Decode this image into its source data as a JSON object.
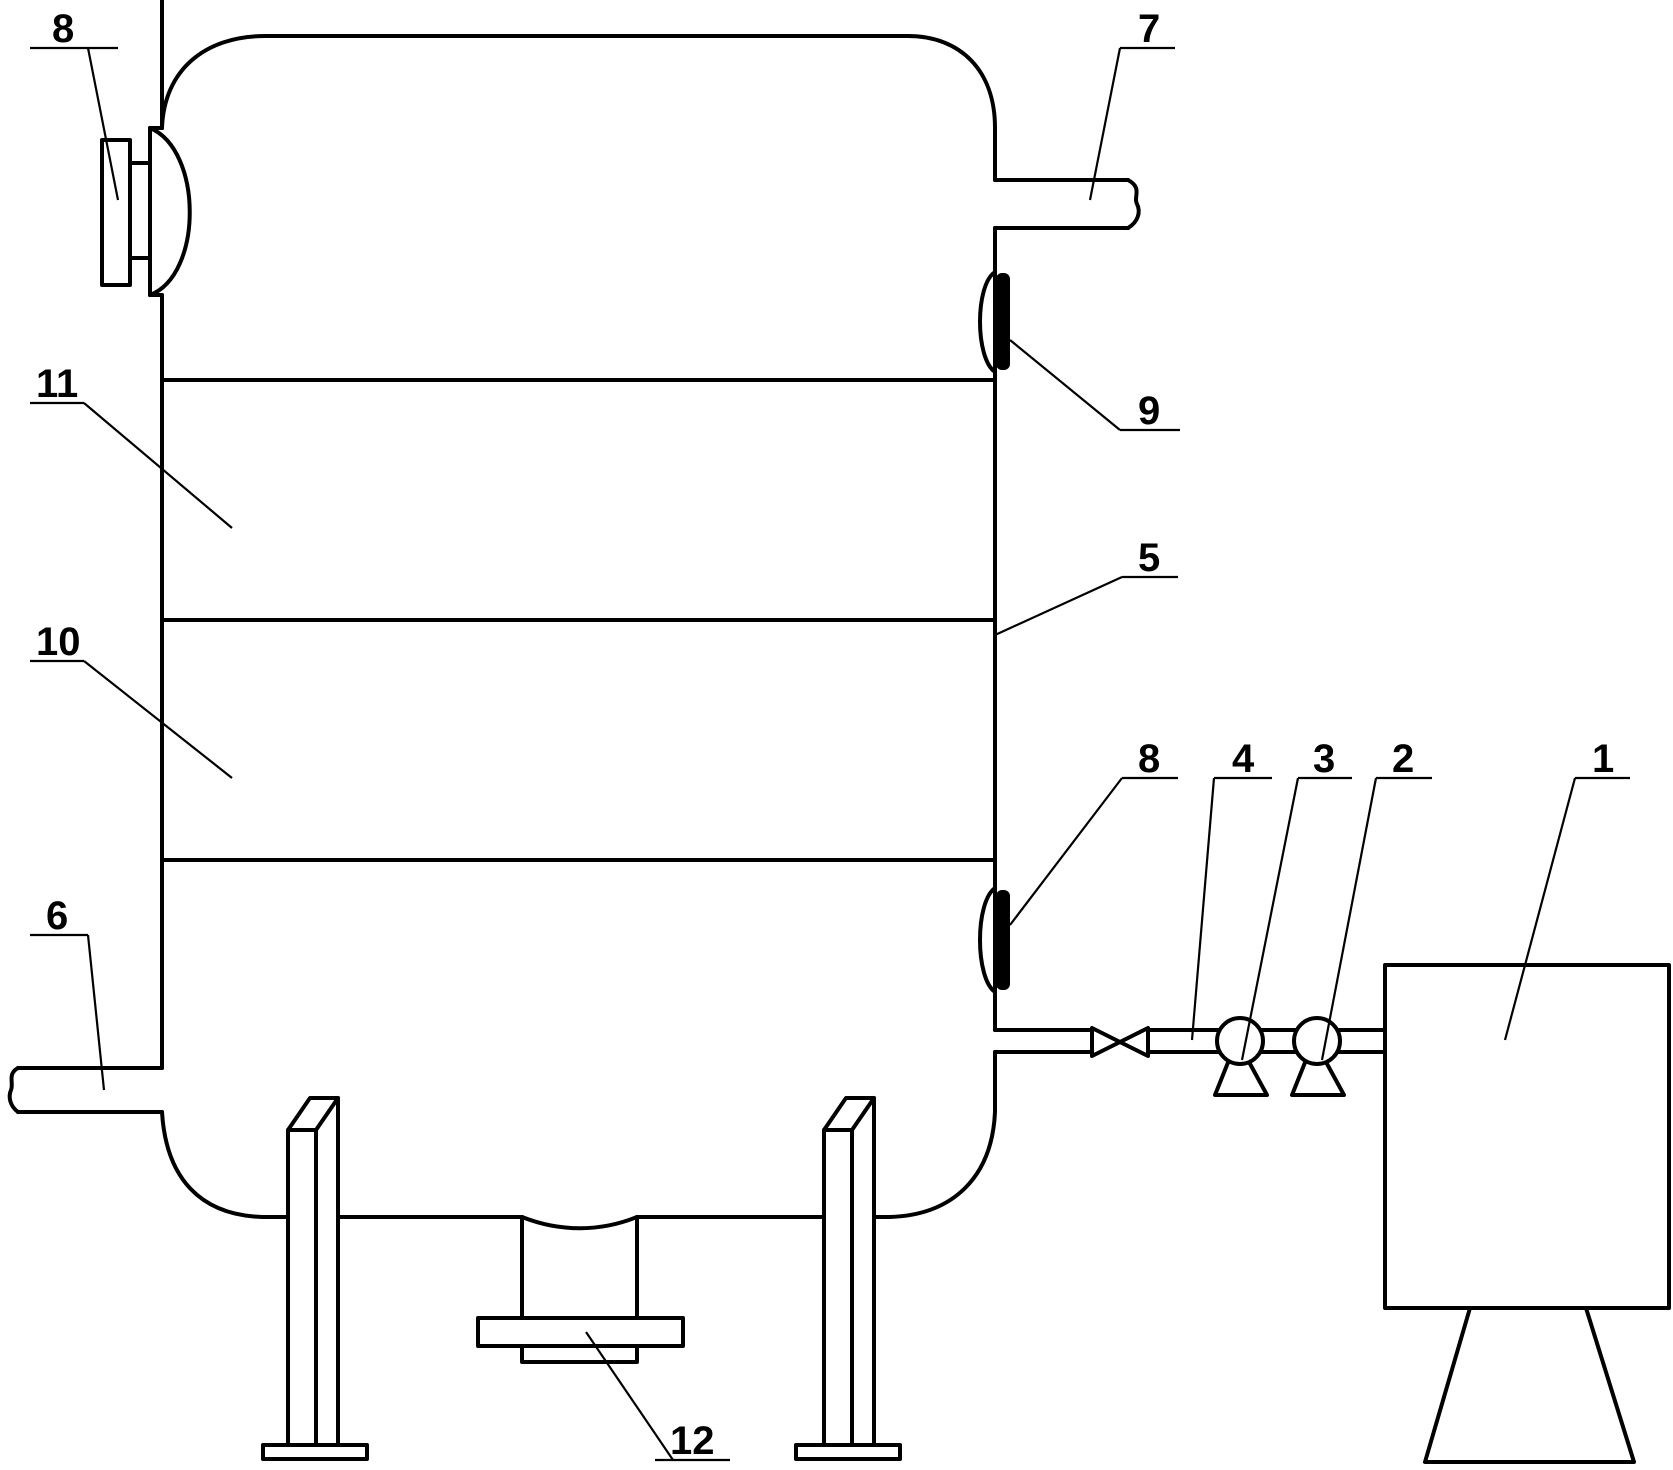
{
  "labels": {
    "l1": "1",
    "l2": "2",
    "l3": "3",
    "l4": "4",
    "l5": "5",
    "l6": "6",
    "l7": "7",
    "l8_top": "8",
    "l8_side": "8",
    "l9": "9",
    "l10": "10",
    "l11": "11",
    "l12": "12"
  }
}
